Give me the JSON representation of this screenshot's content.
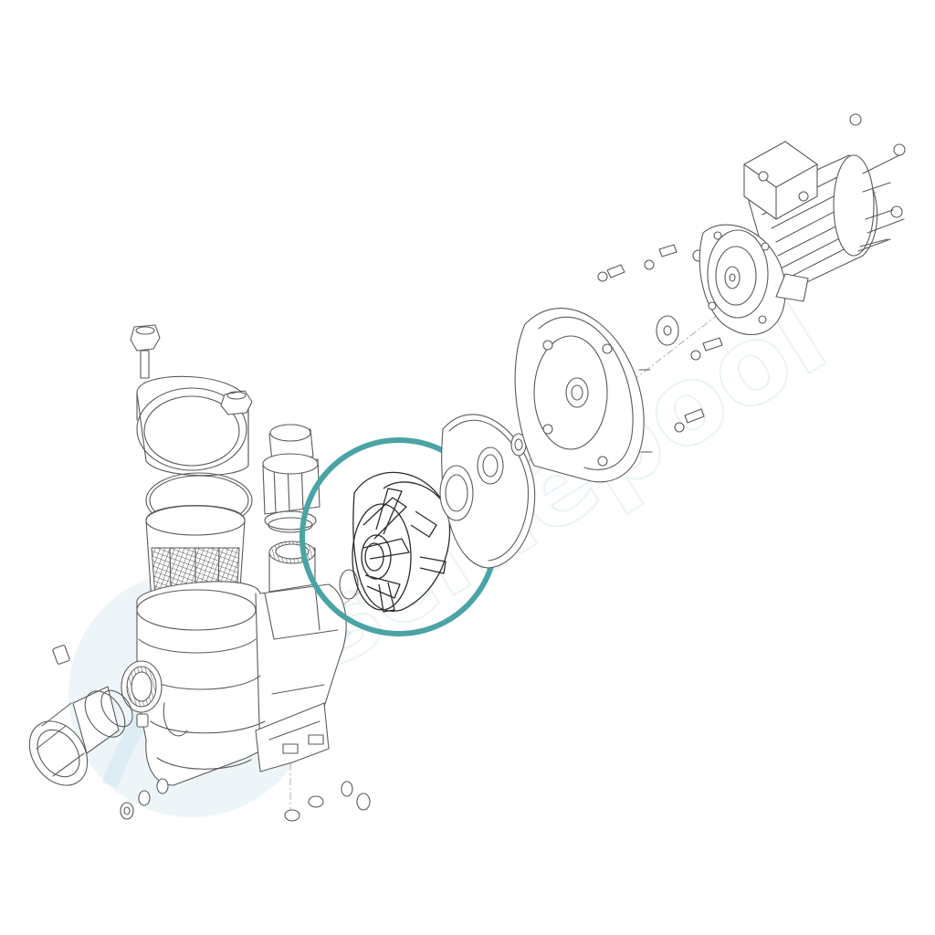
{
  "diagram": {
    "kind": "exploded-view",
    "subject": "pool-pump",
    "highlighted_part": "impeller",
    "highlight_color": "#4aa3a5",
    "line_color": "#5a5a5a",
    "background": "#ffffff"
  },
  "watermark": {
    "text": "piscinepool",
    "colors": [
      "#bfe0ea",
      "#e3efc4"
    ]
  }
}
